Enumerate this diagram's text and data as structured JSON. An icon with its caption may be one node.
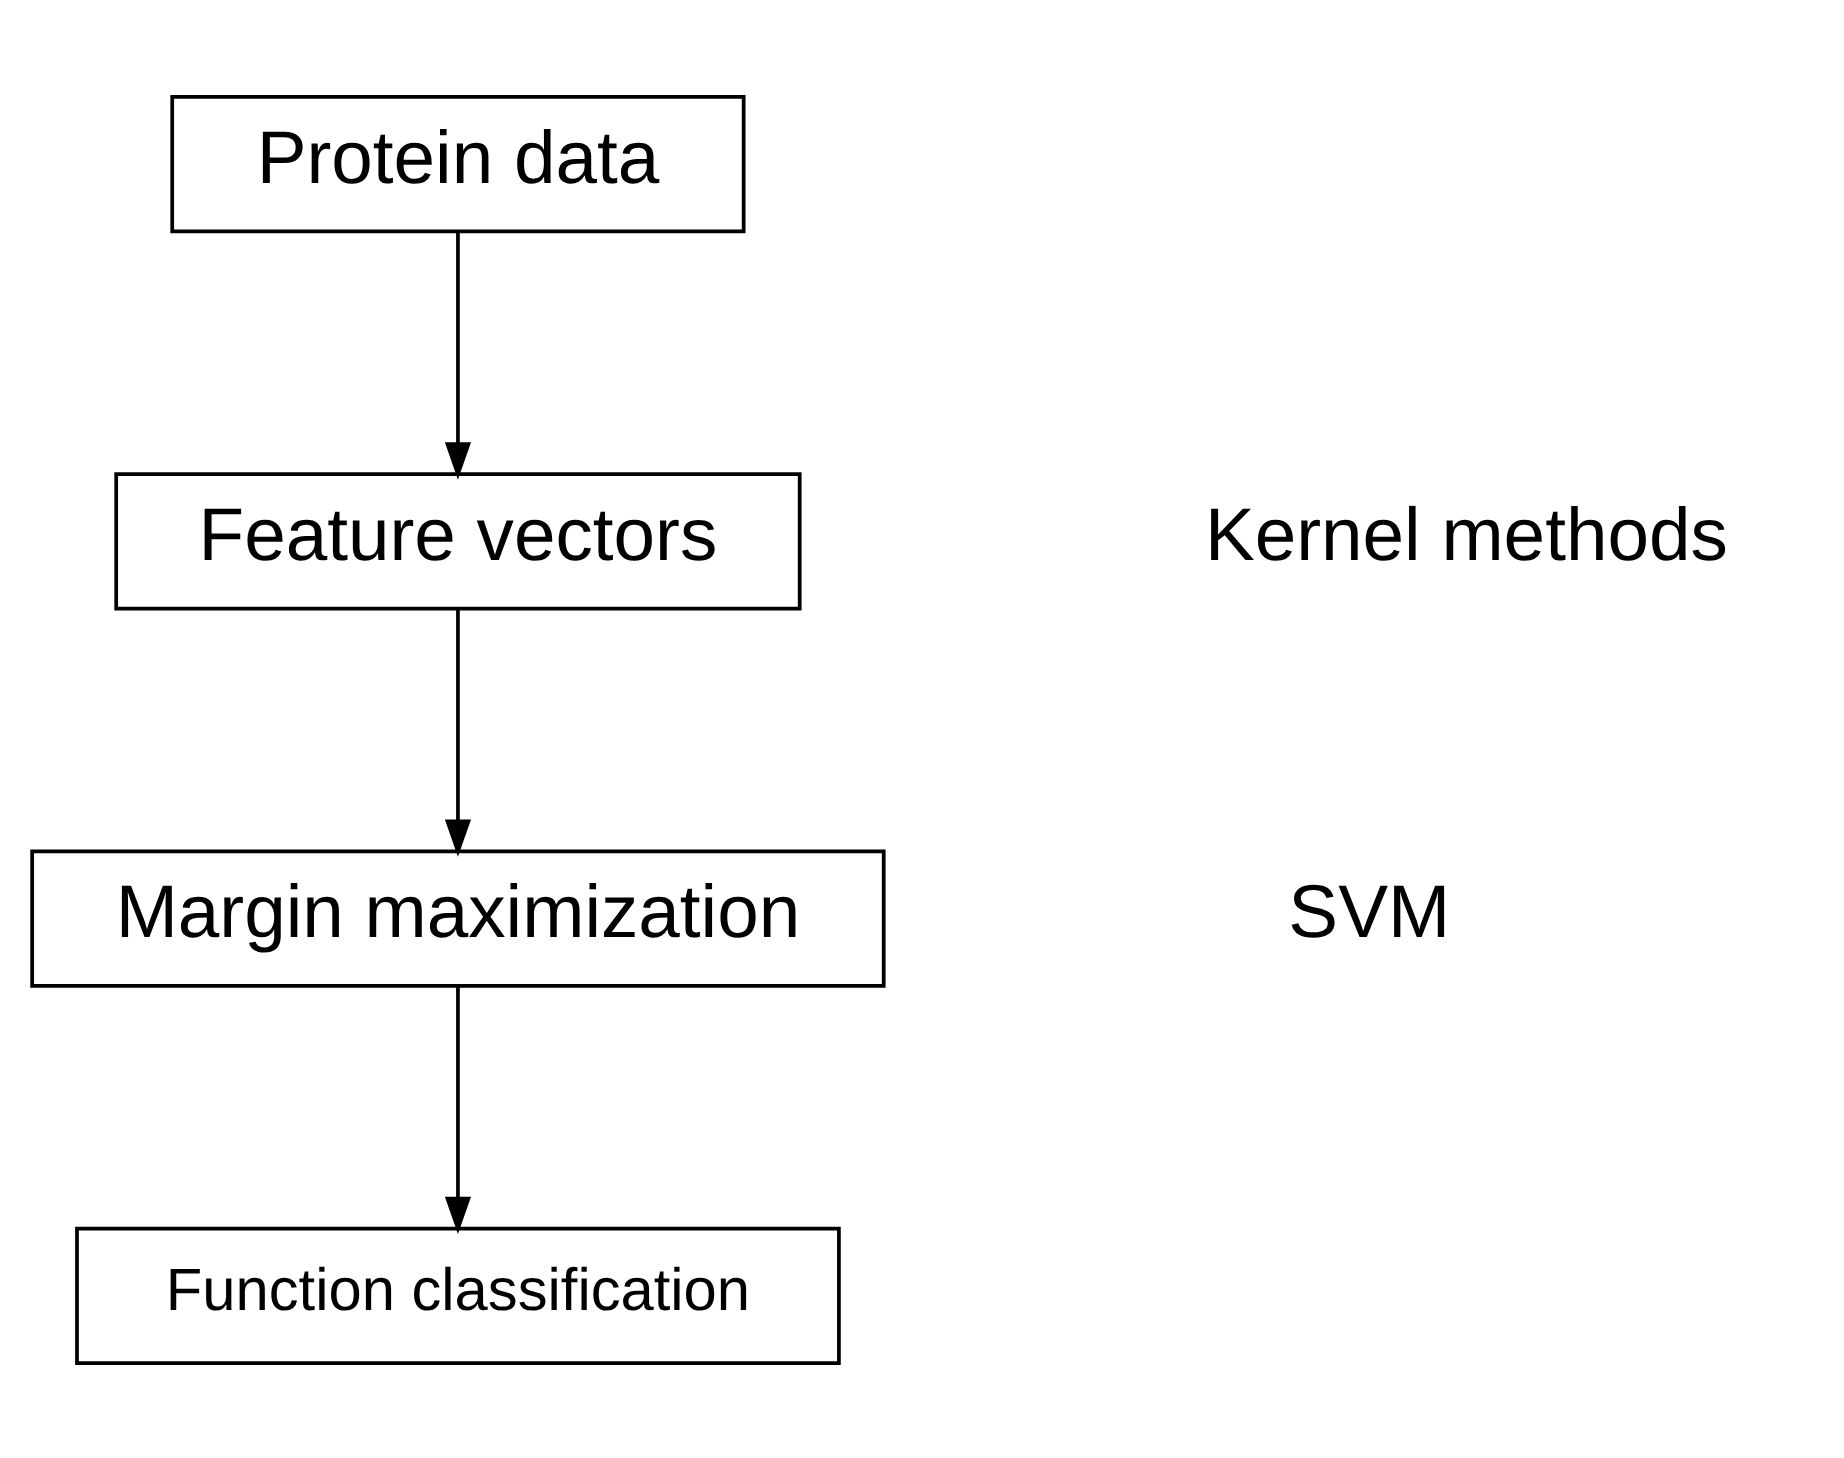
{
  "diagram": {
    "nodes": [
      {
        "text": [
          "Protein data"
        ]
      },
      {
        "text": [
          "Feature vectors"
        ]
      },
      {
        "text": [
          "Margin maximization"
        ]
      },
      {
        "text": [
          "Function classification"
        ]
      }
    ],
    "edges": [
      {
        "from": 0,
        "to": 1,
        "arrow": "to"
      },
      {
        "from": 1,
        "to": 2,
        "arrow": "to"
      },
      {
        "from": 2,
        "to": 3,
        "arrow": "to"
      }
    ],
    "labels": [
      "Kernel methods",
      "SVM"
    ]
  }
}
